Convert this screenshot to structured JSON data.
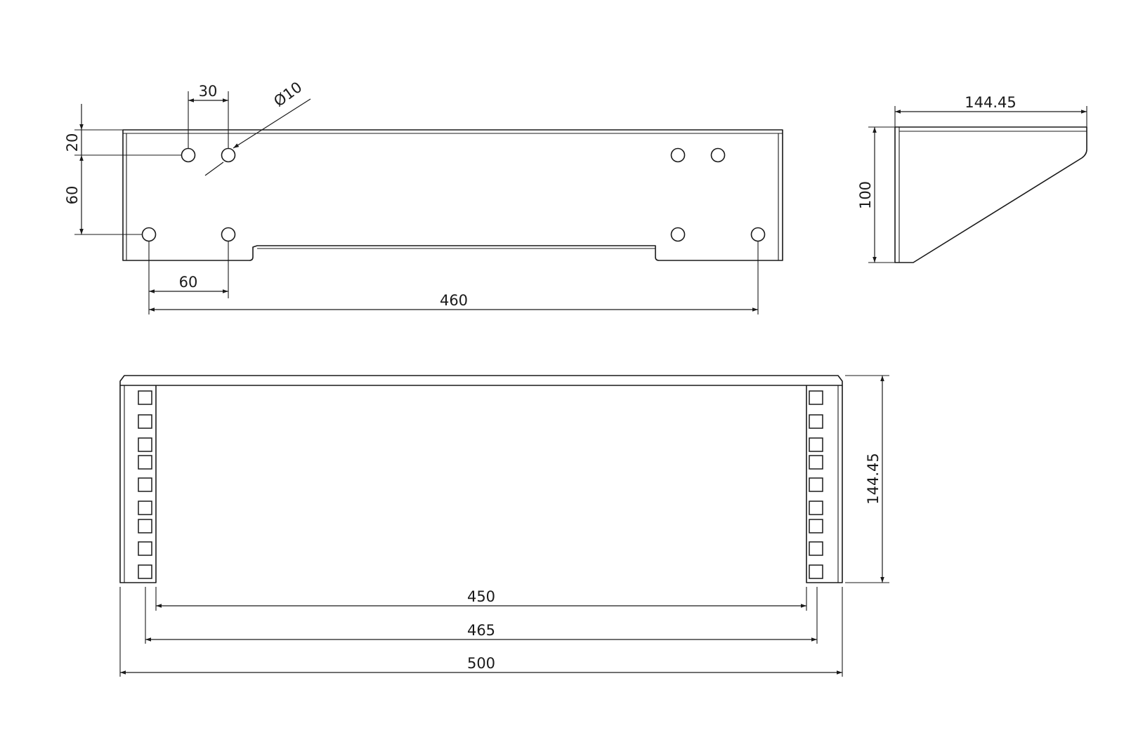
{
  "drawing": {
    "views": [
      "top-view",
      "side-view",
      "front-view"
    ],
    "dimensions": {
      "top_hole_offset": "20",
      "hole_row_spacing": "60",
      "hole_spacing_top": "30",
      "hole_diameter": "Ø10",
      "hole_spacing_bottom": "60",
      "outer_hole_span": "460",
      "side_depth": "144.45",
      "side_height": "100",
      "front_height": "144.45",
      "inner_width": "450",
      "rail_spacing": "465",
      "overall_width": "500"
    }
  }
}
